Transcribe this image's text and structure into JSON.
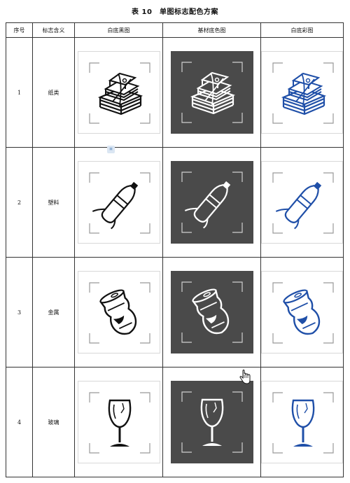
{
  "title": "表 10　单图标志配色方案",
  "headers": {
    "num": "序号",
    "meaning": "标志含义",
    "white": "白底黑图",
    "base": "基材底色图",
    "color": "白底彩图"
  },
  "rows": [
    {
      "num": "1",
      "meaning": "纸类",
      "icon": "paper-stack-icon"
    },
    {
      "num": "2",
      "meaning": "塑料",
      "icon": "plastic-bottle-icon"
    },
    {
      "num": "3",
      "meaning": "金属",
      "icon": "crushed-can-icon"
    },
    {
      "num": "4",
      "meaning": "玻璃",
      "icon": "wine-glass-icon"
    }
  ],
  "colors": {
    "black": "#111111",
    "base_bg": "#4a4a4a",
    "white_on_base": "#ffffff",
    "blue": "#1f4fa8"
  },
  "overlay_icons": [
    "watermark-icon",
    "hand-cursor-icon"
  ]
}
